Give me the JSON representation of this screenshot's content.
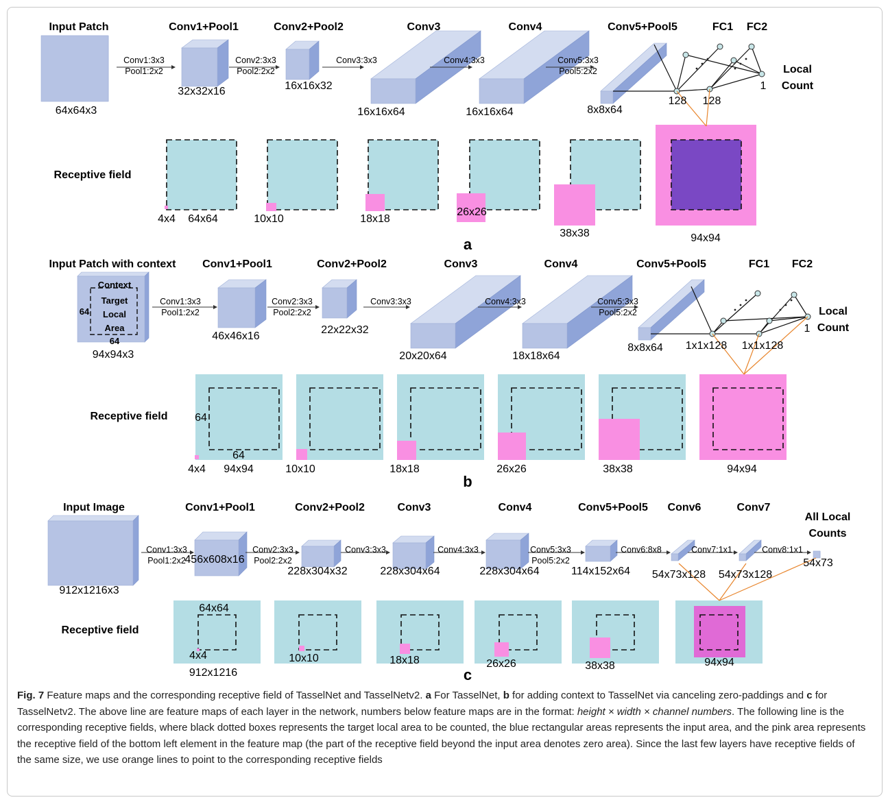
{
  "panel_a": {
    "tag": "a",
    "layers": [
      "Input Patch",
      "Conv1+Pool1",
      "Conv2+Pool2",
      "Conv3",
      "Conv4",
      "Conv5+Pool5",
      "FC1",
      "FC2"
    ],
    "sizes": [
      "64x64x3",
      "32x32x16",
      "16x16x32",
      "16x16x64",
      "16x16x64",
      "8x8x64"
    ],
    "arrows": [
      [
        "Conv1:3x3",
        "Pool1:2x2"
      ],
      [
        "Conv2:3x3",
        "Pool2:2x2"
      ],
      [
        "Conv3:3x3"
      ],
      [
        "Conv4:3x3"
      ],
      [
        "Conv5:3x3",
        "Pool5:2x2"
      ]
    ],
    "fc_labels": [
      "128",
      "128",
      "1"
    ],
    "local_count": [
      "Local",
      "Count"
    ],
    "receptive_field_label": "Receptive field",
    "rf_labels": [
      "4x4",
      "64x64",
      "10x10",
      "18x18",
      "26x26",
      "38x38",
      "94x94"
    ]
  },
  "panel_b": {
    "tag": "b",
    "layers": [
      "Input Patch with context",
      "Conv1+Pool1",
      "Conv2+Pool2",
      "Conv3",
      "Conv4",
      "Conv5+Pool5",
      "FC1",
      "FC2"
    ],
    "input_box": {
      "context": "Context",
      "target": [
        "Target",
        "Local",
        "Area"
      ],
      "dim_side": "64",
      "dim_bottom": "64"
    },
    "sizes": [
      "94x94x3",
      "46x46x16",
      "22x22x32",
      "20x20x64",
      "18x18x64",
      "8x8x64"
    ],
    "arrows": [
      [
        "Conv1:3x3",
        "Pool1:2x2"
      ],
      [
        "Conv2:3x3",
        "Pool2:2x2"
      ],
      [
        "Conv3:3x3"
      ],
      [
        "Conv4:3x3"
      ],
      [
        "Conv5:3x3",
        "Pool5:2x2"
      ]
    ],
    "fc_labels": [
      "1x1x128",
      "1x1x128",
      "1"
    ],
    "local_count": [
      "Local",
      "Count"
    ],
    "receptive_field_label": "Receptive field",
    "rf_dims": [
      "64",
      "64"
    ],
    "rf_labels": [
      "4x4",
      "94x94",
      "10x10",
      "18x18",
      "26x26",
      "38x38",
      "94x94"
    ]
  },
  "panel_c": {
    "tag": "c",
    "layers": [
      "Input Image",
      "Conv1+Pool1",
      "Conv2+Pool2",
      "Conv3",
      "Conv4",
      "Conv5+Pool5",
      "Conv6",
      "Conv7"
    ],
    "all_local_counts": [
      "All Local",
      "Counts"
    ],
    "sizes": [
      "912x1216x3",
      "456x608x16",
      "228x304x32",
      "228x304x64",
      "228x304x64",
      "114x152x64",
      "54x73x128",
      "54x73x128",
      "54x73"
    ],
    "arrows": [
      [
        "Conv1:3x3",
        "Pool1:2x2"
      ],
      [
        "Conv2:3x3",
        "Pool2:2x2"
      ],
      [
        "Conv3:3x3"
      ],
      [
        "Conv4:3x3"
      ],
      [
        "Conv5:3x3",
        "Pool5:2x2"
      ],
      [
        "Conv6:8x8"
      ],
      [
        "Conv7:1x1"
      ],
      [
        "Conv8:1x1"
      ]
    ],
    "receptive_field_label": "Receptive field",
    "rf_labels": [
      "64x64",
      "4x4",
      "912x1216",
      "10x10",
      "18x18",
      "26x26",
      "38x38",
      "94x94"
    ]
  },
  "caption": {
    "fig": "Fig. 7",
    "t1": "  Feature maps and the corresponding receptive field of TasselNet and TasselNetv2. ",
    "ka": "a",
    "t2": " For TasselNet, ",
    "kb": "b",
    "t3": " for adding context to TasselNet via canceling zero-paddings and ",
    "kc": "c",
    "t4": " for TasselNetv2. The above line are feature maps of each layer in the network, numbers below feature maps are in the format: ",
    "fmt": "height × width × channel numbers",
    "t5": ". The following line is the corresponding receptive fields, where black dotted boxes represents the target local area to be counted, the blue rectangular areas represents the input area, and the pink area represents the receptive field of the bottom left element in the feature map (the part of the receptive field beyond the input area denotes zero area). Since the last few layers have receptive fields of the same size, we use orange lines to point to the corresponding receptive fields"
  },
  "colors": {
    "box_front": "#b6c3e4",
    "box_top": "#d3dcf0",
    "box_side": "#8fa4d8",
    "rf_blue": "#b4dde4",
    "rf_pink": "#f98fe2",
    "rf_purple": "#7a48c4",
    "orange": "#e8852c"
  }
}
